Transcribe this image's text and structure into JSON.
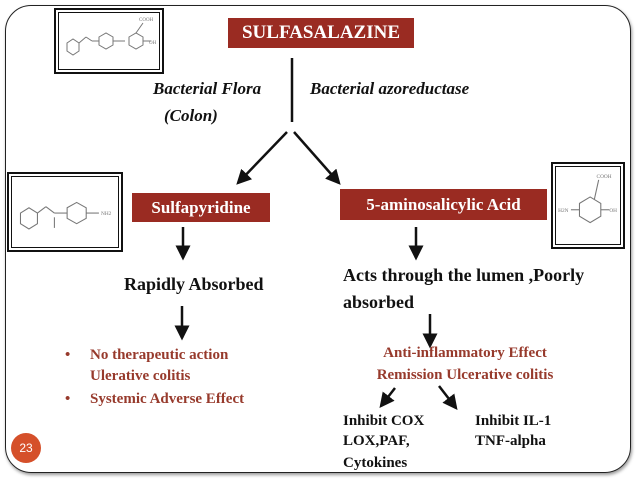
{
  "title": "SULFASALAZINE",
  "left_label": {
    "line1": "Bacterial Flora",
    "line2": "(Colon)"
  },
  "right_label": "Bacterial azoreductase",
  "sulfapyridine": {
    "label": "Sulfapyridine",
    "effect": "Rapidly Absorbed",
    "bullets": [
      "No therapeutic action",
      "Ulerative colitis",
      "Systemic Adverse Effect"
    ]
  },
  "asa": {
    "label": "5-aminosalicylic Acid",
    "effect_line1": "Acts through the lumen ,Poorly",
    "effect_line2": "absorbed",
    "result_line1": "Anti-inflammatory Effect",
    "result_line2": "Remission Ulcerative colitis",
    "left_items": [
      "Inhibit COX",
      "LOX,PAF,",
      "Cytokines"
    ],
    "right_items": [
      "Inhibit IL-1",
      "TNF-alpha"
    ]
  },
  "molecules": {
    "sulfasalazine": "COOH OH",
    "sulfapyridine": "NH2",
    "asa": "COOH OH H2N"
  },
  "page_number": "23",
  "colors": {
    "box": "#9a2b22",
    "red_text": "#973a2c",
    "page_circle": "#d5502a"
  }
}
